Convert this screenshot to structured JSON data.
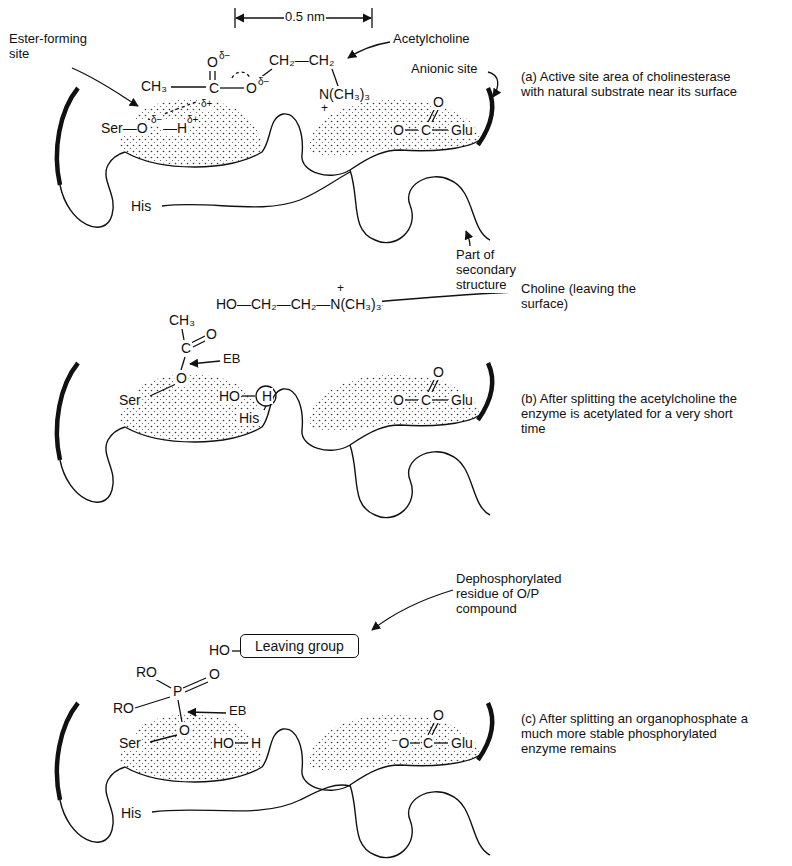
{
  "diagram": {
    "nodes": [
      {
        "text": [
          "Leaving group"
        ]
      }
    ],
    "labels": [
      "0.5 nm",
      "Ester-forming site",
      "Acetylcholine",
      "Anionic site",
      "CH₃",
      "O",
      "δ−",
      "C",
      "δ+",
      "O",
      "δ−",
      "CH₂—CH₂",
      "N(CH₃)₃",
      "+",
      "Ser—O",
      "δ−",
      "—H",
      "δ+",
      "O",
      "O",
      "C",
      "Glu",
      "His",
      "(a) Active site area of cholinesterase with natural substrate near its surface",
      "Part of secondary structure",
      "HO—CH₂—CH₂—N(CH₃)₃",
      "+",
      "Choline (leaving the surface)",
      "CH₃",
      "O",
      "C",
      "EB",
      "O",
      "Ser",
      "HO",
      "H",
      "His",
      "O",
      "O",
      "C",
      "Glu",
      "(b) After splitting the acetylcholine the enzyme is acetylated for a very short time",
      "Dephosphorylated residue of O/P compound",
      "HO",
      "RO",
      "P",
      "O",
      "RO",
      "EB",
      "O",
      "Ser",
      "HO",
      "H",
      "⁻O",
      "C",
      "O",
      "Glu",
      "His",
      "(c) After splitting an organophosphate a much more stable phosphorylated enzyme remains"
    ]
  }
}
